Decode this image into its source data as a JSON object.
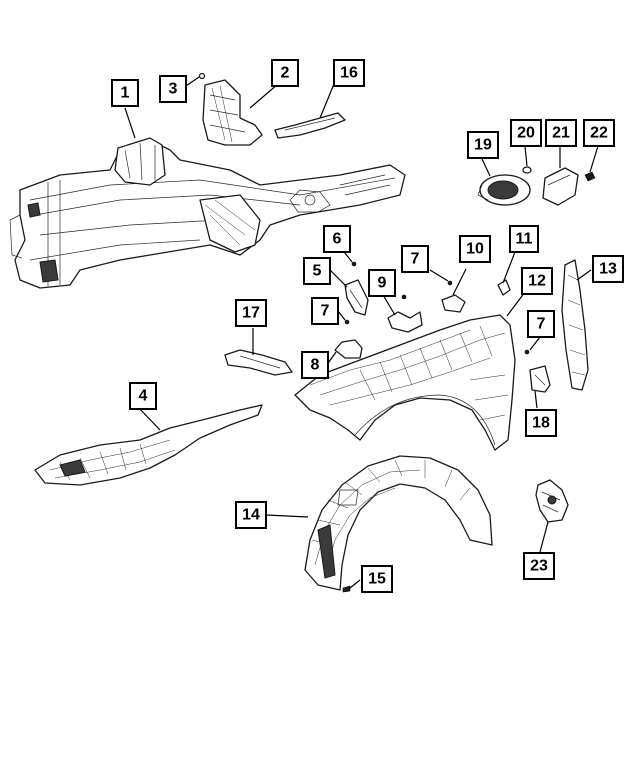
{
  "diagram": {
    "callouts": [
      {
        "id": "c1",
        "label": "1"
      },
      {
        "id": "c2",
        "label": "2"
      },
      {
        "id": "c3",
        "label": "3"
      },
      {
        "id": "c4",
        "label": "4"
      },
      {
        "id": "c5",
        "label": "5"
      },
      {
        "id": "c6",
        "label": "6"
      },
      {
        "id": "c7a",
        "label": "7"
      },
      {
        "id": "c7b",
        "label": "7"
      },
      {
        "id": "c7c",
        "label": "7"
      },
      {
        "id": "c8",
        "label": "8"
      },
      {
        "id": "c9",
        "label": "9"
      },
      {
        "id": "c10",
        "label": "10"
      },
      {
        "id": "c11",
        "label": "11"
      },
      {
        "id": "c12",
        "label": "12"
      },
      {
        "id": "c13",
        "label": "13"
      },
      {
        "id": "c14",
        "label": "14"
      },
      {
        "id": "c15",
        "label": "15"
      },
      {
        "id": "c16",
        "label": "16"
      },
      {
        "id": "c17",
        "label": "17"
      },
      {
        "id": "c18",
        "label": "18"
      },
      {
        "id": "c19",
        "label": "19"
      },
      {
        "id": "c20",
        "label": "20"
      },
      {
        "id": "c21",
        "label": "21"
      },
      {
        "id": "c22",
        "label": "22"
      },
      {
        "id": "c23",
        "label": "23"
      }
    ]
  }
}
